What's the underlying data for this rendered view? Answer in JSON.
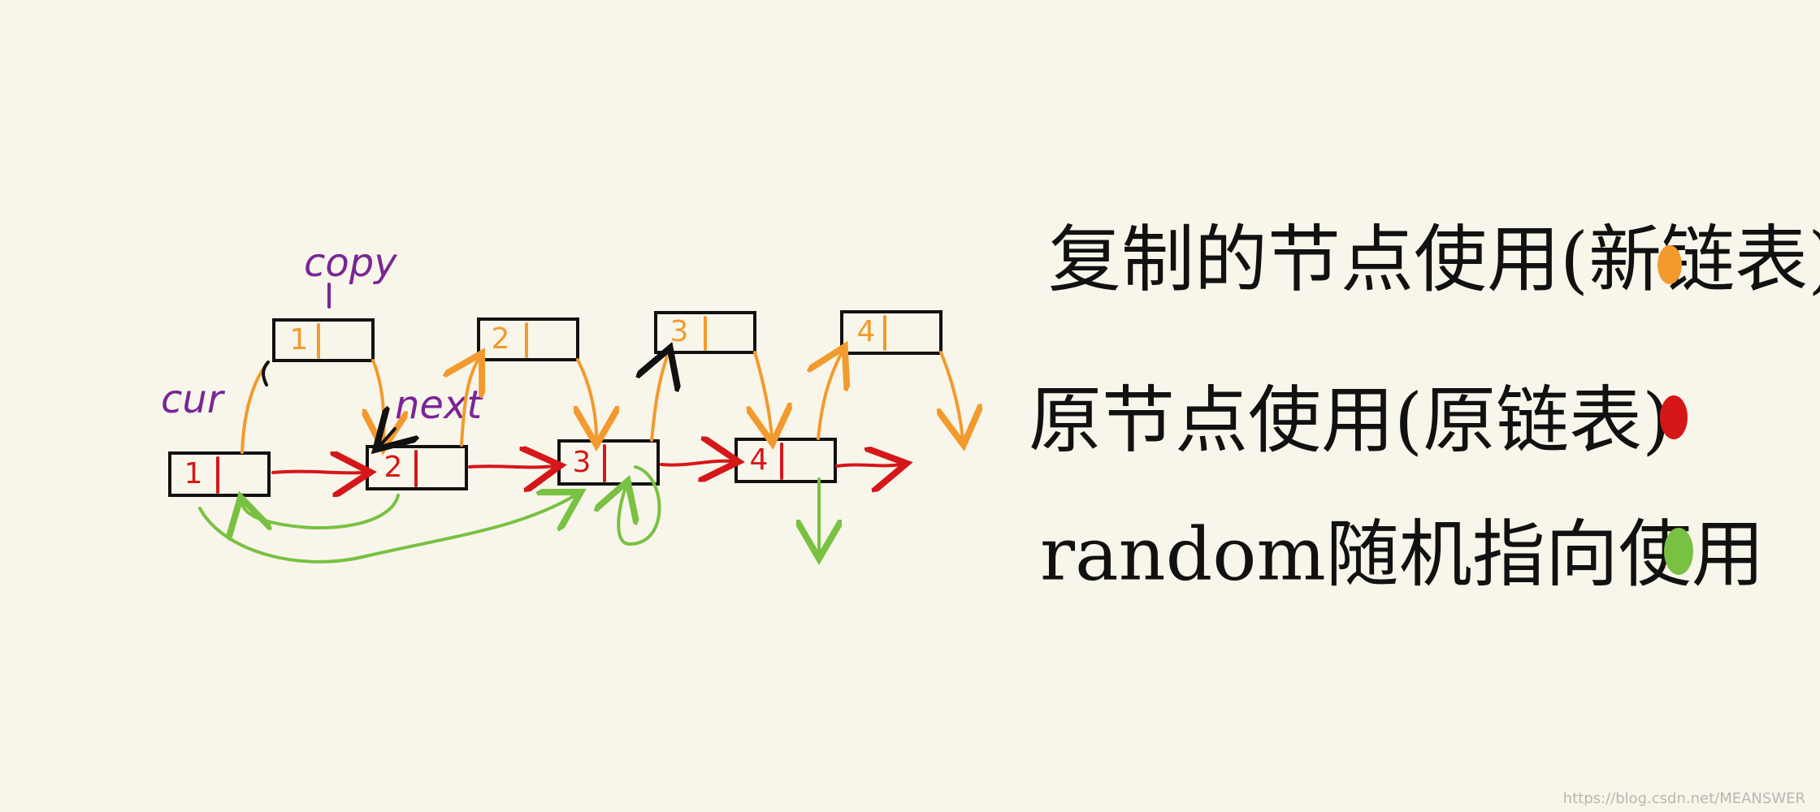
{
  "colors": {
    "background": "#f8f6ea",
    "node_outline": "#111111",
    "copy_node": "#f29a2e",
    "original_node": "#d5171a",
    "random_pointer": "#79c142",
    "label_purple": "#7a2596"
  },
  "labels": {
    "copy": "copy",
    "cur": "cur",
    "next": "next"
  },
  "original_nodes": [
    {
      "value": "1"
    },
    {
      "value": "2"
    },
    {
      "value": "3"
    },
    {
      "value": "4"
    }
  ],
  "copy_nodes": [
    {
      "value": "1"
    },
    {
      "value": "2"
    },
    {
      "value": "3"
    },
    {
      "value": "4"
    }
  ],
  "legend": [
    {
      "text": "复制的节点使用(新链表)",
      "color": "#f29a2e"
    },
    {
      "text": "原节点使用(原链表)",
      "color": "#d5171a"
    },
    {
      "text": "random随机指向使用",
      "color": "#79c142"
    }
  ],
  "watermark": "https://blog.csdn.net/MEANSWER"
}
